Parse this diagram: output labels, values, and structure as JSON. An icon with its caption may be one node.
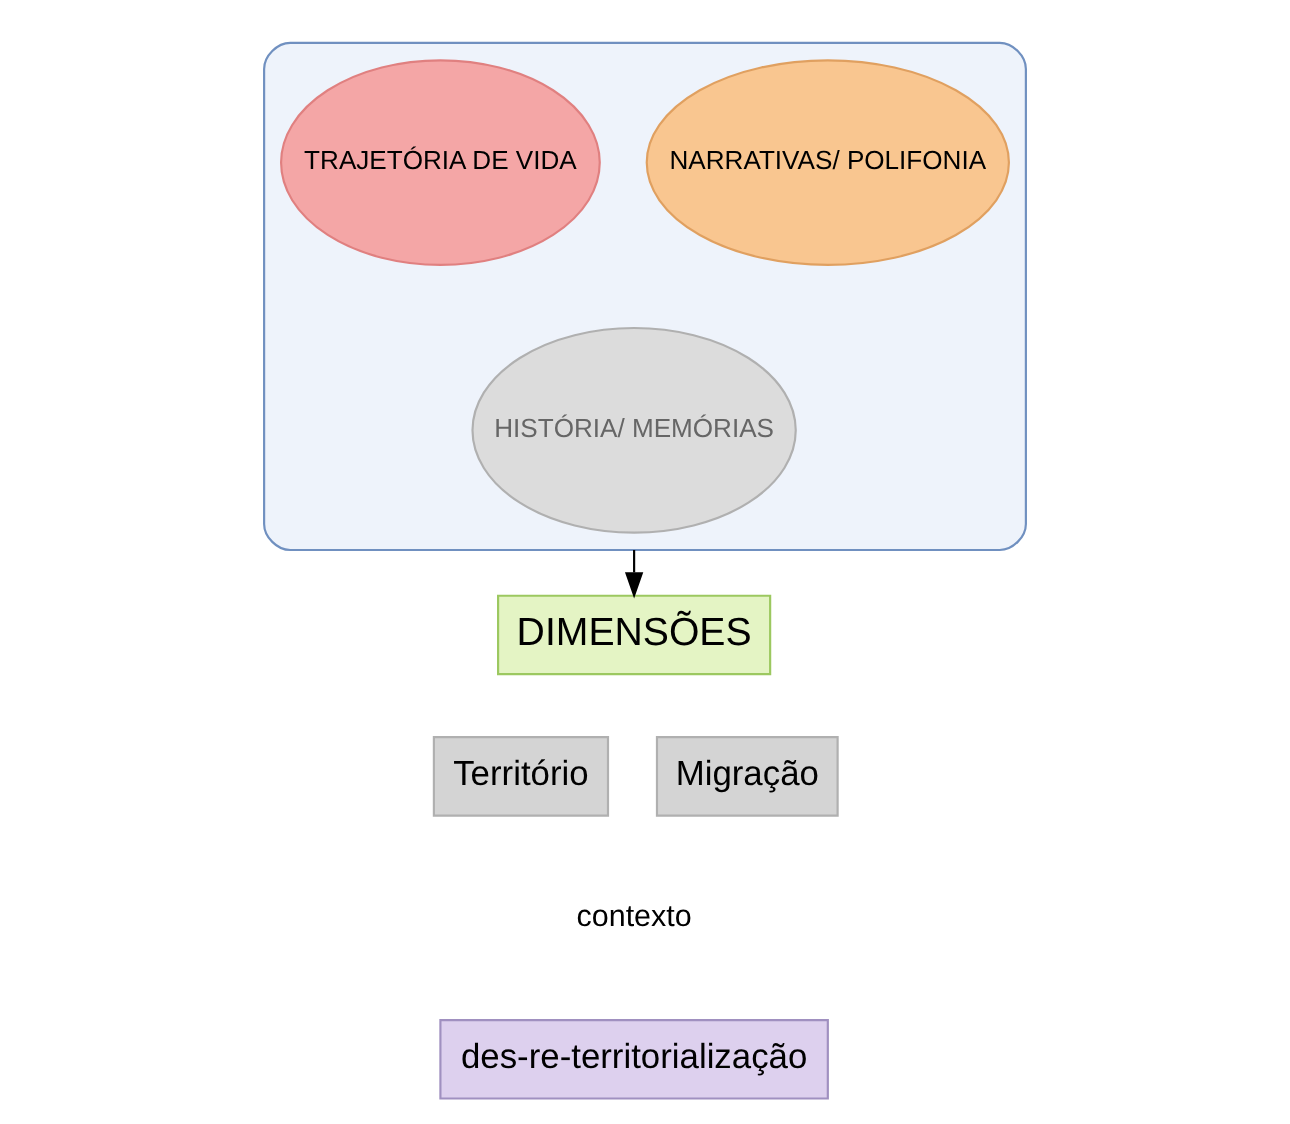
{
  "diagram": {
    "nodes": [
      {
        "text": [],
        "shape": "funnel"
      },
      {
        "text": [
          "TRAJETÓRIA DE VIDA"
        ],
        "in": 0
      },
      {
        "text": [
          "NARRATIVAS/ POLIFONIA"
        ],
        "in": 0
      },
      {
        "text": [
          "HISTÓRIA/ MEMÓRIAS"
        ],
        "in": 0
      },
      {
        "text": [
          "DIMENSÕES"
        ]
      },
      {
        "text": [
          "Território"
        ]
      },
      {
        "text": [
          "Migração"
        ]
      },
      {
        "text": [
          "des-re-territorialização"
        ]
      }
    ],
    "edges": [
      {
        "from": 0,
        "to": 4,
        "arrow": "to"
      }
    ],
    "labels": [
      "contexto"
    ]
  }
}
